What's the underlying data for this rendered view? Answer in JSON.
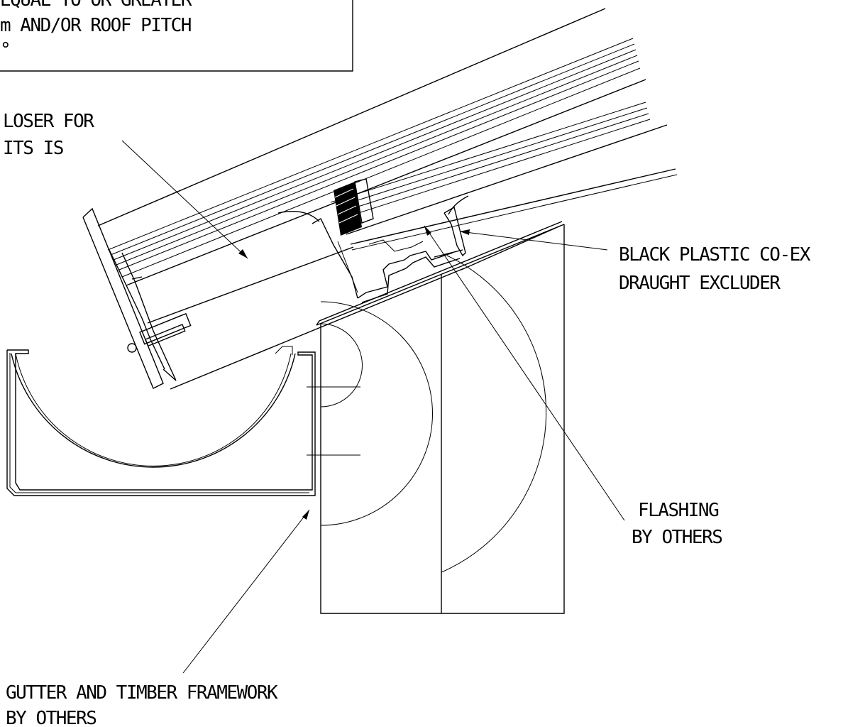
{
  "notes": {
    "box_line1": "EQUAL TO OR GREATER",
    "box_line2": "m AND/OR ROOF PITCH",
    "box_line3": "°",
    "closer_line1": "LOSER FOR",
    "closer_line2": "ITS IS"
  },
  "labels": {
    "draught_line1": "BLACK PLASTIC CO-EX",
    "draught_line2": "DRAUGHT EXCLUDER",
    "flashing_line1": "FLASHING",
    "flashing_line2": "BY OTHERS",
    "gutter_line1": "GUTTER AND TIMBER FRAMEWORK",
    "gutter_line2": "BY OTHERS"
  }
}
